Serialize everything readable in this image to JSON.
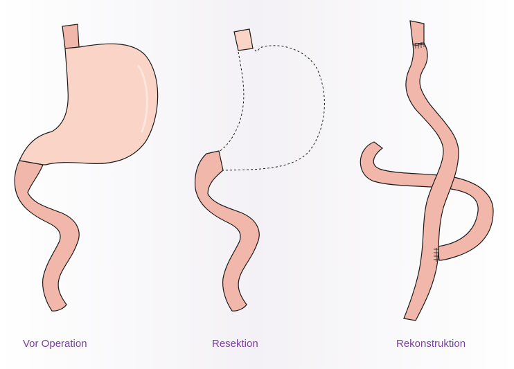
{
  "panels": [
    {
      "label": "Vor Operation"
    },
    {
      "label": "Resektion"
    },
    {
      "label": "Rekonstruktion"
    }
  ],
  "colors": {
    "stomach": "#fad4c7",
    "intestine": "#f1b7aa",
    "outline": "#1a1a1a",
    "caption": "#7b3fa0"
  }
}
